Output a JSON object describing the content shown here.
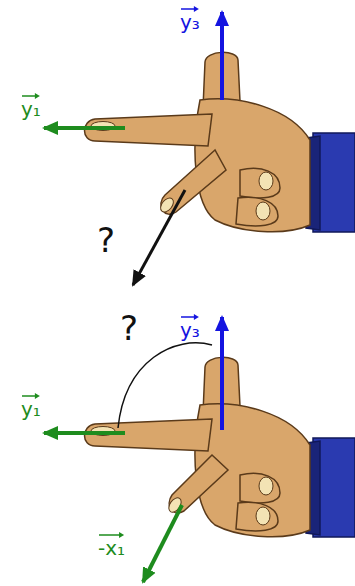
{
  "diagram": {
    "labels": [
      "y₃",
      "y₁",
      "?",
      "?",
      "y₃",
      "y₁",
      "-x₁"
    ]
  }
}
